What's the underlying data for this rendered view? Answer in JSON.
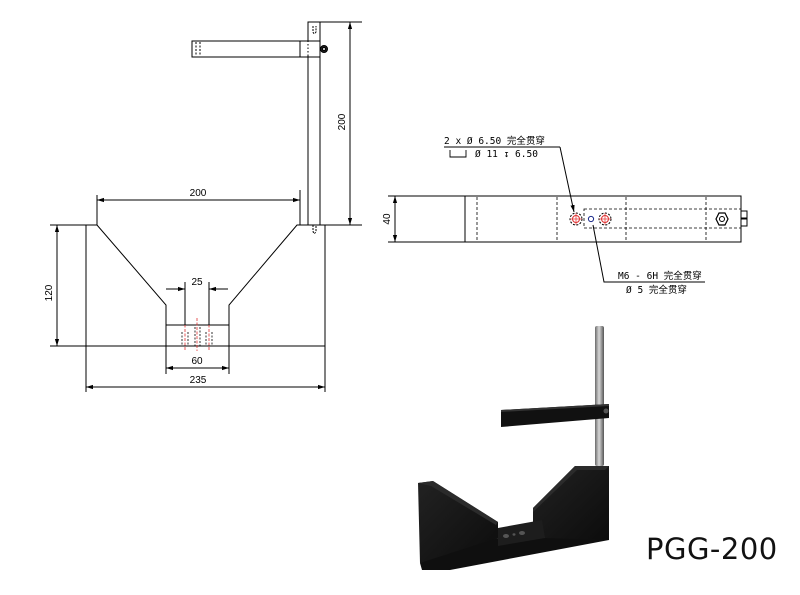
{
  "front_view": {
    "dims": {
      "top_opening_width": "200",
      "column_height": "200",
      "base_height": "120",
      "slot_hole_spacing": "25",
      "slot_width": "60",
      "overall_width": "235"
    }
  },
  "side_view": {
    "dims": {
      "height": "40"
    },
    "callout_top": {
      "line1": "2 x Ø 6.50 完全贯穿",
      "line2_symbol": "⌴",
      "line2": "Ø 11 ↧ 6.50"
    },
    "callout_bottom": {
      "line1": "M6 - 6H 完全贯穿",
      "line2": "Ø 5 完全贯穿"
    }
  },
  "product_photo": {
    "alt": "black V-block fixture with vertical steel post and horizontal arm"
  },
  "model_label": "PGG-200",
  "colors": {
    "line": "#000000",
    "hole_marker": "#e03030",
    "threaded_hole": "#1a2a8a",
    "part_body": "#141414"
  }
}
